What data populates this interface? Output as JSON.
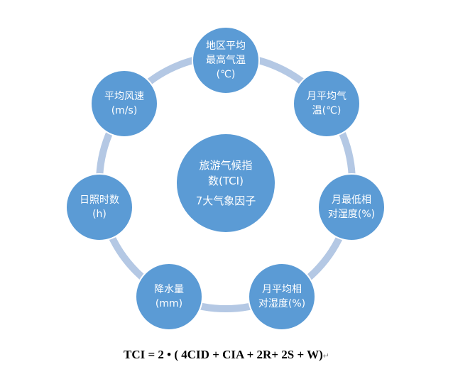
{
  "center": {
    "line1": "旅游气候指",
    "line2": "数(TCI)",
    "line3": "7大气象因子"
  },
  "nodes": [
    {
      "line1": "地区平均",
      "line2": "最高气温",
      "line3": "(℃)"
    },
    {
      "line1": "月平均气",
      "line2": "温(℃)"
    },
    {
      "line1": "月最低相",
      "line2": "对湿度(%)"
    },
    {
      "line1": "月平均相",
      "line2": "对湿度(%)"
    },
    {
      "line1": "降水量",
      "line2": "(mm)"
    },
    {
      "line1": "日照时数",
      "line2": "(h)"
    },
    {
      "line1": "平均风速",
      "line2": "(m/s)"
    }
  ],
  "formula": {
    "text": "TCI = 2 • ( 4CID + CIA + 2R+ 2S + W)",
    "return_mark": "↵"
  },
  "colors": {
    "node": "#5b9bd5",
    "ring": "#b4c8e4"
  }
}
